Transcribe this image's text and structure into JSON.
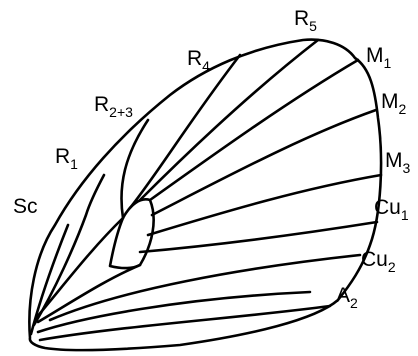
{
  "diagram": {
    "colors": {
      "line": "#000000",
      "background": "#ffffff"
    },
    "veins": [
      {
        "id": "sc",
        "base": "Sc",
        "sub": ""
      },
      {
        "id": "r1",
        "base": "R",
        "sub": "1"
      },
      {
        "id": "r23",
        "base": "R",
        "sub": "2+3"
      },
      {
        "id": "r4",
        "base": "R",
        "sub": "4"
      },
      {
        "id": "r5",
        "base": "R",
        "sub": "5"
      },
      {
        "id": "m1",
        "base": "M",
        "sub": "1"
      },
      {
        "id": "m2",
        "base": "M",
        "sub": "2"
      },
      {
        "id": "m3",
        "base": "M",
        "sub": "3"
      },
      {
        "id": "cu1",
        "base": "Cu",
        "sub": "1"
      },
      {
        "id": "cu2",
        "base": "Cu",
        "sub": "2"
      },
      {
        "id": "a2",
        "base": "A",
        "sub": "2"
      }
    ]
  }
}
